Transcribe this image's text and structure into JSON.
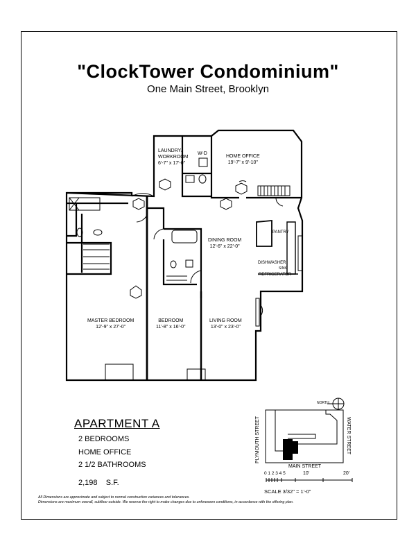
{
  "header": {
    "title": "\"ClockTower Condominium\"",
    "address": "One Main Street, Brooklyn"
  },
  "rooms": {
    "laundry": {
      "name": "LAUNDRY/ WORKROOM",
      "dims": "6'-7\" x 17'-0\""
    },
    "wd": "W-D",
    "home_office": {
      "name": "HOME OFFICE",
      "dims": "19'-7\" x 9'-10\""
    },
    "pantry": "PANTRY",
    "dining": {
      "name": "DINING ROOM",
      "dims": "12'-6\" x 22'-0\""
    },
    "dishwasher": "DISHWASHER",
    "sink": "SINK",
    "refrigerator": "REFRIGERATOR",
    "master": {
      "name": "MASTER BEDROOM",
      "dims": "12'-9\" x 27'-0\""
    },
    "bedroom": {
      "name": "BEDROOM",
      "dims": "11'-8\" x 16'-0\""
    },
    "living": {
      "name": "LIVING ROOM",
      "dims": "13'-0\" x 23'-0\""
    }
  },
  "apartment": {
    "title": "APARTMENT A",
    "bedrooms": "2 BEDROOMS",
    "office": "HOME OFFICE",
    "bathrooms": "2 1/2 BATHROOMS",
    "area": "2,198    S.F."
  },
  "site_map": {
    "north": "NORTH",
    "street_left": "PLYMOUTH STREET",
    "street_right": "WATER STREET",
    "street_bottom": "MAIN STREET"
  },
  "scale": {
    "ticks": "0 1 2 3 4 5",
    "ten": "10'",
    "twenty": "20'",
    "label": "SCALE 3/32\" = 1'-0\""
  },
  "disclaimer": {
    "line1": "All Dimensions are approximate and subject to normal construction variances and tolerances.",
    "line2": "Dimensions are maximum overall, subfloor outside.  We reserve the right to make changes due to unforeseen conditions, in accordance with the offering plan."
  }
}
